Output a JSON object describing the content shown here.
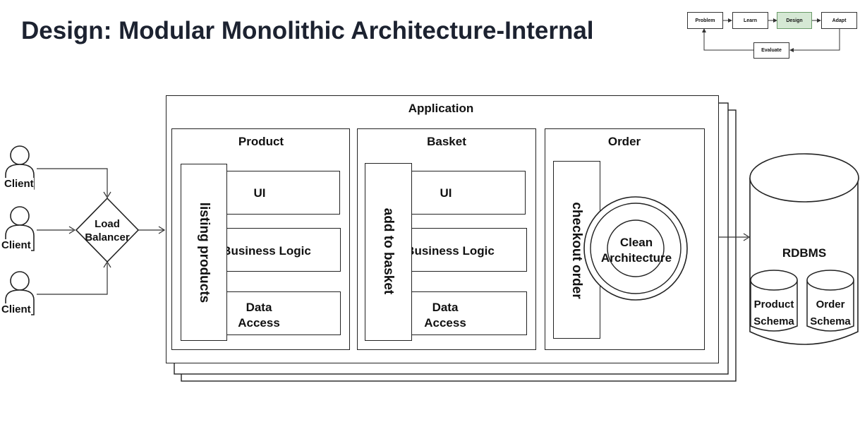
{
  "title": "Design: Modular Monolithic Architecture-Internal",
  "process": {
    "steps": [
      "Problem",
      "Learn",
      "Design",
      "Adapt"
    ],
    "feedback": "Evaluate",
    "active": "Design",
    "active_color": "#d5e8d4"
  },
  "clients": [
    "Client",
    "Client",
    "Client"
  ],
  "load_balancer": "Load Balancer",
  "application": {
    "label": "Application",
    "modules": [
      {
        "name": "Product",
        "vertical": "listing products",
        "layers": [
          "UI",
          "Business Logic",
          "Data Access"
        ]
      },
      {
        "name": "Basket",
        "vertical": "add to basket",
        "layers": [
          "UI",
          "Business Logic",
          "Data Access"
        ]
      },
      {
        "name": "Order",
        "vertical": "checkout order",
        "core": "Clean Architecture"
      }
    ]
  },
  "database": {
    "label": "RDBMS",
    "schemas": [
      "Product Schema",
      "Order Schema"
    ]
  }
}
